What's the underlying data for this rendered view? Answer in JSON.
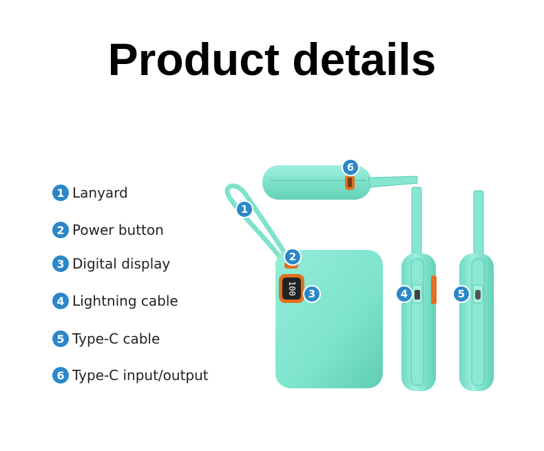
{
  "title": "Product details",
  "legend": [
    {
      "num": "1",
      "label": "Lanyard"
    },
    {
      "num": "2",
      "label": "Power button"
    },
    {
      "num": "3",
      "label": "Digital display"
    },
    {
      "num": "4",
      "label": "Lightning cable"
    },
    {
      "num": "5",
      "label": "Type-C cable"
    },
    {
      "num": "6",
      "label": "Type-C input/output"
    }
  ],
  "display_text": "100",
  "colors": {
    "body": "#7fe5cf",
    "accent": "#e0701f",
    "badge": "#2a87c9"
  },
  "callouts": [
    "1",
    "2",
    "3",
    "4",
    "5",
    "6"
  ]
}
